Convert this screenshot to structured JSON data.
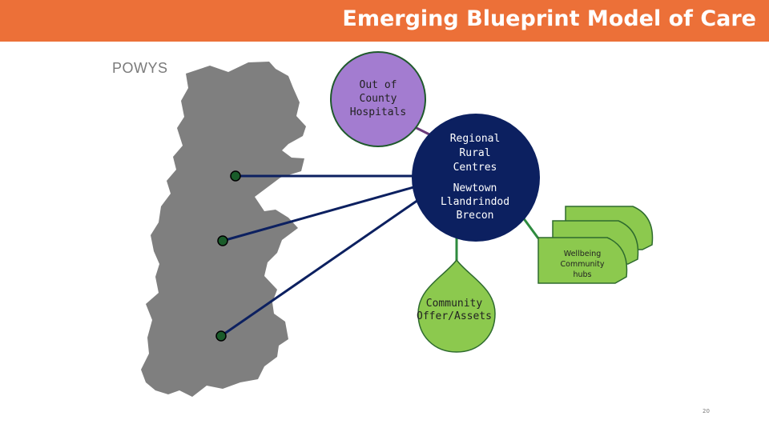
{
  "header": {
    "title": "Emerging Blueprint Model of Care",
    "background_color": "#ec7038"
  },
  "map": {
    "region_label": "POWYS",
    "fill_color": "#7f7f7f"
  },
  "nodes": {
    "out_of_county": {
      "lines": [
        "Out of",
        "County",
        "Hospitals"
      ],
      "color": "#a37cd0"
    },
    "regional_centres": {
      "lines": [
        "Regional",
        "Rural",
        "Centres"
      ],
      "color": "#0c2060"
    },
    "towns": {
      "lines": [
        "Newtown",
        "Llandrindod",
        "Brecon"
      ]
    },
    "wellbeing_hubs": {
      "lines": [
        "Wellbeing",
        "Community",
        "hubs"
      ],
      "color": "#8cc94e"
    },
    "community_offer": {
      "lines": [
        "Community",
        "Offer/Assets"
      ],
      "color": "#8cc94e"
    }
  },
  "connector_colors": {
    "map_links": "#0c2060",
    "out_of_county_link": "#6a3a7a",
    "green_links": "#2e8b3e"
  },
  "footer": {
    "page_number": "20"
  }
}
